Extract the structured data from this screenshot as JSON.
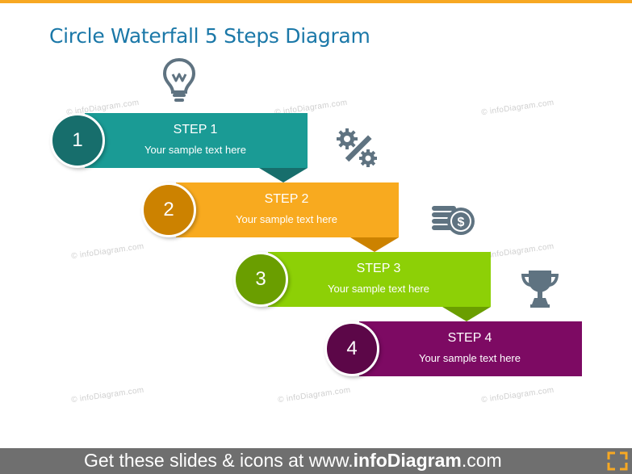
{
  "slide": {
    "title": "Circle Waterfall 5 Steps Diagram",
    "watermark_text": "© infoDiagram.com",
    "accent_color": "#f7a823",
    "title_color": "#1b78a8"
  },
  "steps": [
    {
      "number": "1",
      "heading": "STEP 1",
      "text": "Your sample text here",
      "color": "#1a9b95",
      "circle_color": "#176e6c",
      "icon": "lightbulb-icon"
    },
    {
      "number": "2",
      "heading": "STEP 2",
      "text": "Your sample text here",
      "color": "#f8aa1f",
      "circle_color": "#cc8200",
      "icon": "gear-pencil-icon"
    },
    {
      "number": "3",
      "heading": "STEP 3",
      "text": "Your sample text here",
      "color": "#8dd006",
      "circle_color": "#6a9e00",
      "icon": "coins-icon"
    },
    {
      "number": "4",
      "heading": "STEP 4",
      "text": "Your sample text here",
      "color": "#7d0a63",
      "circle_color": "#5c0748",
      "icon": "trophy-icon"
    }
  ],
  "footer": {
    "text_prefix": "Get these slides & icons at www.",
    "text_brand": "infoDiagram",
    "text_suffix": ".com",
    "bg_color": "#6f6f6f"
  }
}
